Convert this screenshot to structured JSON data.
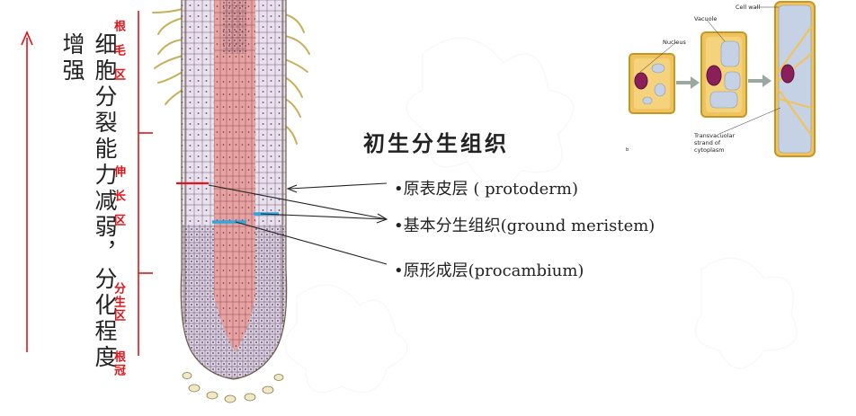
{
  "trend_text": "细胞分裂能力减弱，分化程度增强",
  "zones": {
    "root_hair": "根毛区",
    "elongation": "伸长区",
    "meristem": "分生区",
    "root_cap": "根冠"
  },
  "title": "初生分生组织",
  "labels": {
    "protoderm": "•原表皮层 ( protoderm)",
    "ground_meristem": "•基本分生组织(ground meristem)",
    "procambium": "•原形成层(procambium)"
  },
  "cell_diagram": {
    "cell_wall": "Cell wall",
    "vacuole": "Vacuole",
    "nucleus": "Nucleus",
    "strand": "Transvacuolar strand of cytoplasm",
    "page_mark": "b"
  },
  "colors": {
    "arrow_red": "#e0141a",
    "zone_red": "#e0141a",
    "stele_pink": "#e7a3a3",
    "cortex_lilac": "#e9e1ef",
    "cap_cream": "#efe9c7",
    "cell_yellow": "#efc35e",
    "cell_wall": "#c99525",
    "vacuole_blue": "#c5d2e6",
    "nucleus_purple": "#8b1f5a",
    "marker_red": "#e0141a",
    "marker_blue": "#2fa7df"
  }
}
